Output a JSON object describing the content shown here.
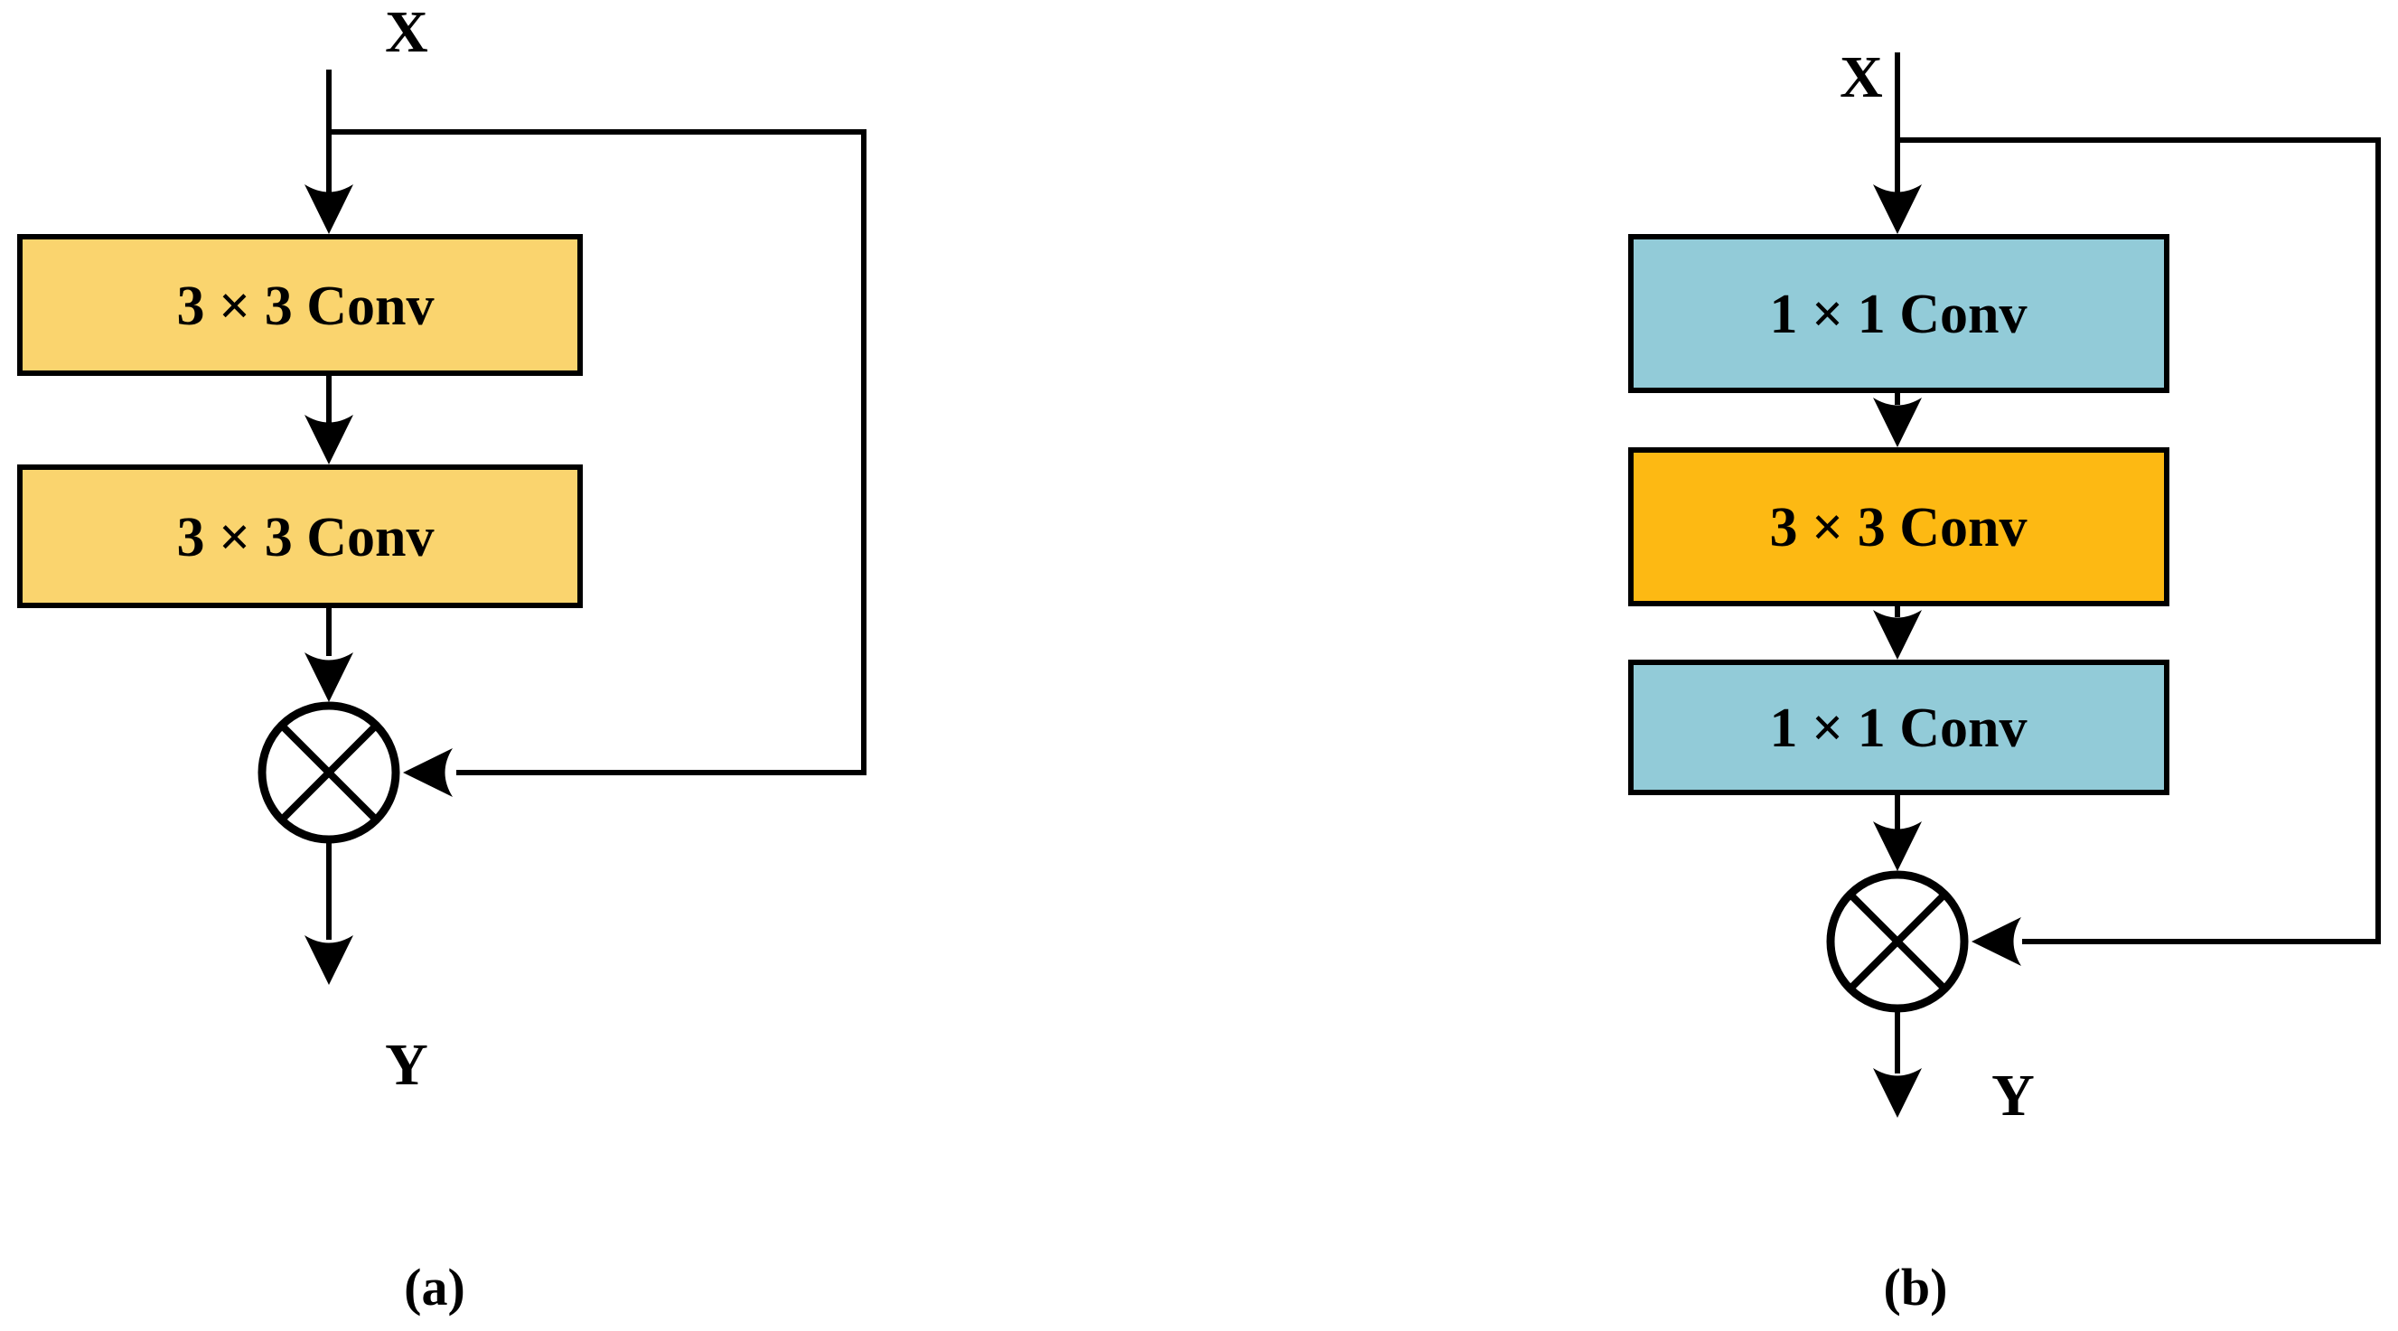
{
  "figure": {
    "colors": {
      "background": "#FFFFFF",
      "line": "#000000",
      "yellow_conv": "#FAD46E",
      "blue_conv": "#92CBD8",
      "orange_conv": "#FDB913"
    },
    "panels": [
      {
        "caption": "(a)",
        "input_label": "X",
        "output_label": "Y",
        "operator_icon": "circled-times-icon",
        "layers": [
          {
            "label": "3 × 3 Conv",
            "color": "#FAD46E"
          },
          {
            "label": "3 × 3 Conv",
            "color": "#FAD46E"
          }
        ]
      },
      {
        "caption": "(b)",
        "input_label": "X",
        "output_label": "Y",
        "operator_icon": "circled-times-icon",
        "layers": [
          {
            "label": "1 × 1 Conv",
            "color": "#92CBD8"
          },
          {
            "label": "3 × 3 Conv",
            "color": "#FDB913"
          },
          {
            "label": "1 × 1 Conv",
            "color": "#92CBD8"
          }
        ]
      }
    ]
  }
}
